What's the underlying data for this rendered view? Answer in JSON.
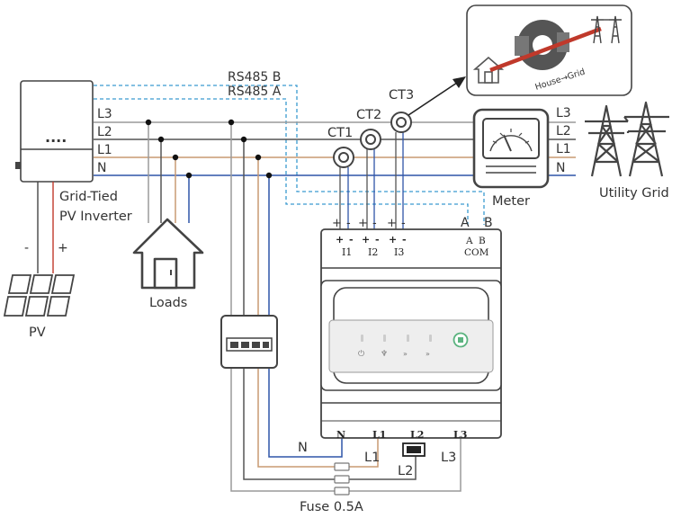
{
  "labels": {
    "rs485_b": "RS485 B",
    "rs485_a": "RS485 A",
    "line_l3": "L3",
    "line_l2": "L2",
    "line_l1": "L1",
    "line_n": "N",
    "inverter_line1": "Grid-Tied",
    "inverter_line2": "PV Inverter",
    "inverter_display": "....",
    "pv": "PV",
    "pv_minus": "-",
    "pv_plus": "+",
    "loads": "Loads",
    "ct1": "CT1",
    "ct2": "CT2",
    "ct3": "CT3",
    "meter": "Meter",
    "utility_grid": "Utility Grid",
    "house_grid": "House→Grid",
    "plus": "+",
    "minus": "-",
    "term_a": "A",
    "term_b": "B",
    "i1": "I1",
    "i2": "I2",
    "i3": "I3",
    "com": "COM",
    "bot_n": "N",
    "bot_l1": "L1",
    "bot_l2": "L2",
    "bot_l3": "L3",
    "wire_n": "N",
    "wire_l1": "L1",
    "wire_l2": "L2",
    "wire_l3": "L3",
    "fuse": "Fuse 0.5A"
  },
  "colors": {
    "l3": "#9a9a9a",
    "l2": "#555555",
    "l1": "#c89a72",
    "n": "#2f55a8",
    "rs485": "#3a9ad0",
    "pv_positive": "#c0392b",
    "outline": "#444444",
    "led_green": "#5bb37f"
  }
}
